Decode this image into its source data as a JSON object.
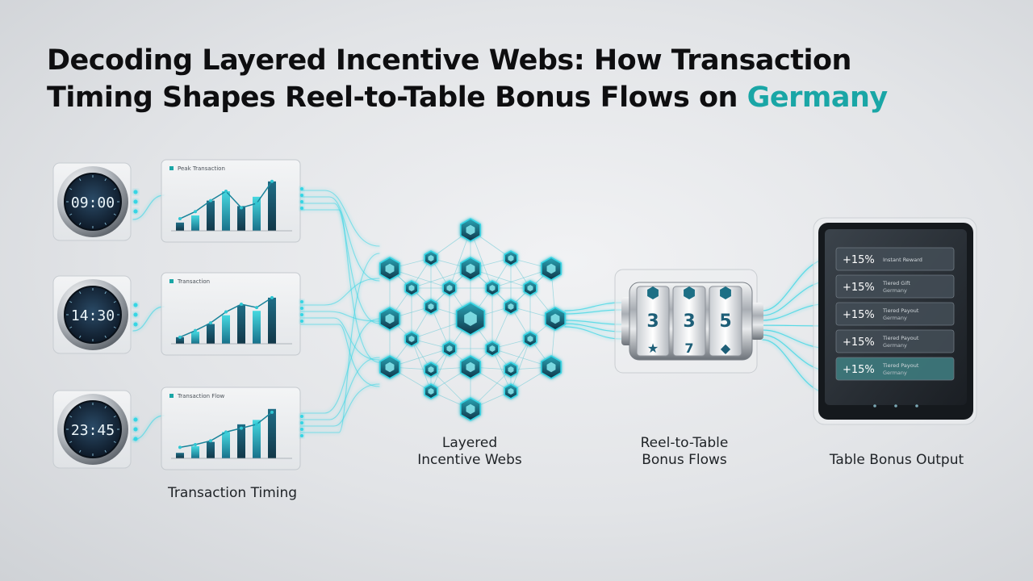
{
  "title": {
    "line1": "Decoding Layered Incentive Webs: How Transaction",
    "line2_main": "Timing Shapes Reel-to-Table Bonus Flows on ",
    "line2_accent": "Germany"
  },
  "colors": {
    "accent": "#1aa6a6",
    "node_dark": "#0f3a4e",
    "node_glow": "#35d5e4",
    "bar_light": "#46d8e0",
    "bar_dark": "#16455f"
  },
  "clocks": [
    {
      "time": "09:00",
      "panel_label": "Peak Transaction",
      "bars": [
        0.15,
        0.28,
        0.55,
        0.72,
        0.45,
        0.62,
        0.9
      ],
      "line": [
        0.22,
        0.35,
        0.55,
        0.72,
        0.42,
        0.5,
        0.9
      ]
    },
    {
      "time": "14:30",
      "panel_label": "Transaction",
      "bars": [
        0.12,
        0.22,
        0.36,
        0.52,
        0.7,
        0.6,
        0.84
      ],
      "line": [
        0.12,
        0.24,
        0.38,
        0.58,
        0.72,
        0.66,
        0.84
      ]
    },
    {
      "time": "23:45",
      "panel_label": "Transaction Flow",
      "bars": [
        0.1,
        0.22,
        0.3,
        0.48,
        0.62,
        0.7,
        0.9
      ],
      "line": [
        0.2,
        0.25,
        0.32,
        0.48,
        0.55,
        0.62,
        0.84
      ]
    }
  ],
  "reel_symbols": {
    "middle": [
      "3",
      "3",
      "5"
    ],
    "bottom": [
      "★",
      "7",
      "◆"
    ]
  },
  "bonus_rows": [
    {
      "value": "+15%",
      "text": "Instant Reward",
      "sub": ""
    },
    {
      "value": "+15%",
      "text": "Tiered Gift",
      "sub": "Germany"
    },
    {
      "value": "+15%",
      "text": "Tiered Payout",
      "sub": "Germany"
    },
    {
      "value": "+15%",
      "text": "Tiered Payout",
      "sub": "Germany"
    },
    {
      "value": "+15%",
      "text": "Tiered Payout",
      "sub": "Germany"
    }
  ],
  "captions": {
    "timing": "Transaction Timing",
    "webs_line1": "Layered",
    "webs_line2": "Incentive Webs",
    "reel_line1": "Reel-to-Table",
    "reel_line2": "Bonus Flows",
    "output": "Table Bonus Output"
  }
}
